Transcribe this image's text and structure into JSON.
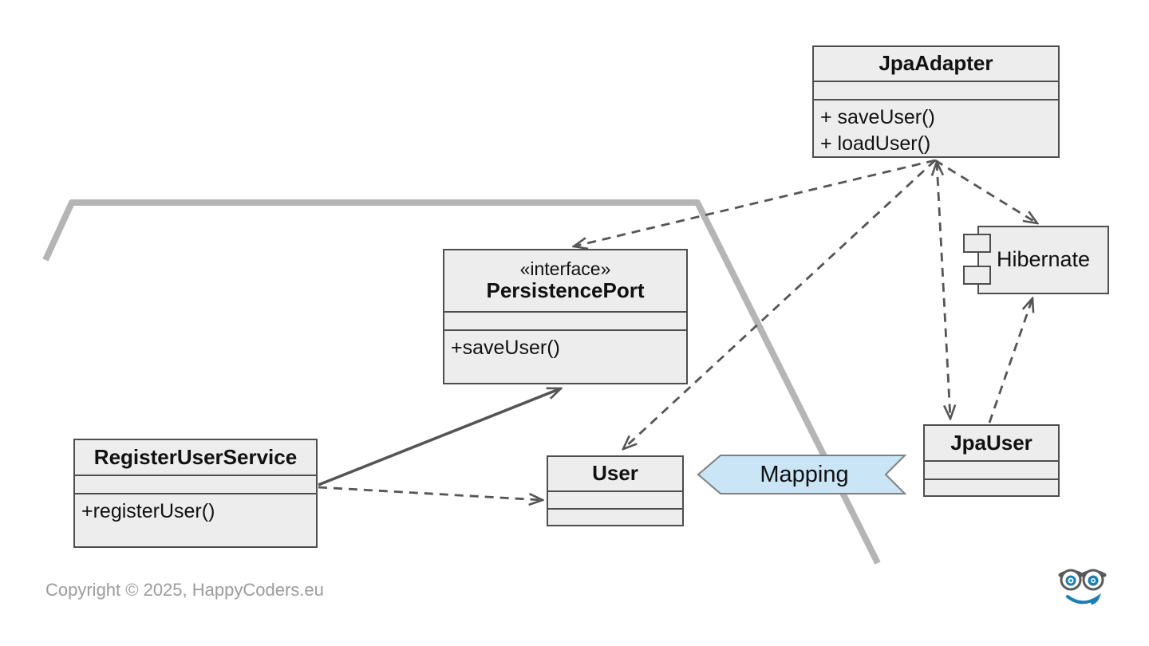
{
  "classes": {
    "jpa_adapter": {
      "name": "JpaAdapter",
      "methods": [
        "+ saveUser()",
        "+ loadUser()"
      ]
    },
    "persistence_port": {
      "stereotype": "«interface»",
      "name": "PersistencePort",
      "methods": [
        "+saveUser()"
      ]
    },
    "register_user_service": {
      "name": "RegisterUserService",
      "methods": [
        "+registerUser()"
      ]
    },
    "user": {
      "name": "User"
    },
    "jpa_user": {
      "name": "JpaUser"
    }
  },
  "components": {
    "hibernate": {
      "name": "Hibernate"
    }
  },
  "banner": {
    "label": "Mapping"
  },
  "relations": [
    {
      "from": "JpaAdapter",
      "to": "PersistencePort",
      "style": "dashed",
      "arrow": "open"
    },
    {
      "from": "JpaAdapter",
      "to": "User",
      "style": "dashed",
      "arrow": "open"
    },
    {
      "from": "JpaAdapter",
      "to": "JpaUser",
      "style": "dashed",
      "arrow": "open-both-ends"
    },
    {
      "from": "JpaAdapter",
      "to": "Hibernate",
      "style": "dashed",
      "arrow": "open"
    },
    {
      "from": "JpaUser",
      "to": "Hibernate",
      "style": "dashed",
      "arrow": "open"
    },
    {
      "from": "RegisterUserService",
      "to": "PersistencePort",
      "style": "solid",
      "arrow": "open"
    },
    {
      "from": "RegisterUserService",
      "to": "User",
      "style": "dashed",
      "arrow": "open"
    }
  ],
  "footer": {
    "copyright": "Copyright © 2025, HappyCoders.eu"
  },
  "colors": {
    "box_fill": "#ededed",
    "box_border": "#4e4e4e",
    "line": "#555555",
    "hexagon_border": "#b5b5b5",
    "banner_fill": "#c9e5f6",
    "banner_border": "#808080",
    "logo_blue": "#1b7fb5",
    "copyright_text": "#9c9c9c"
  }
}
